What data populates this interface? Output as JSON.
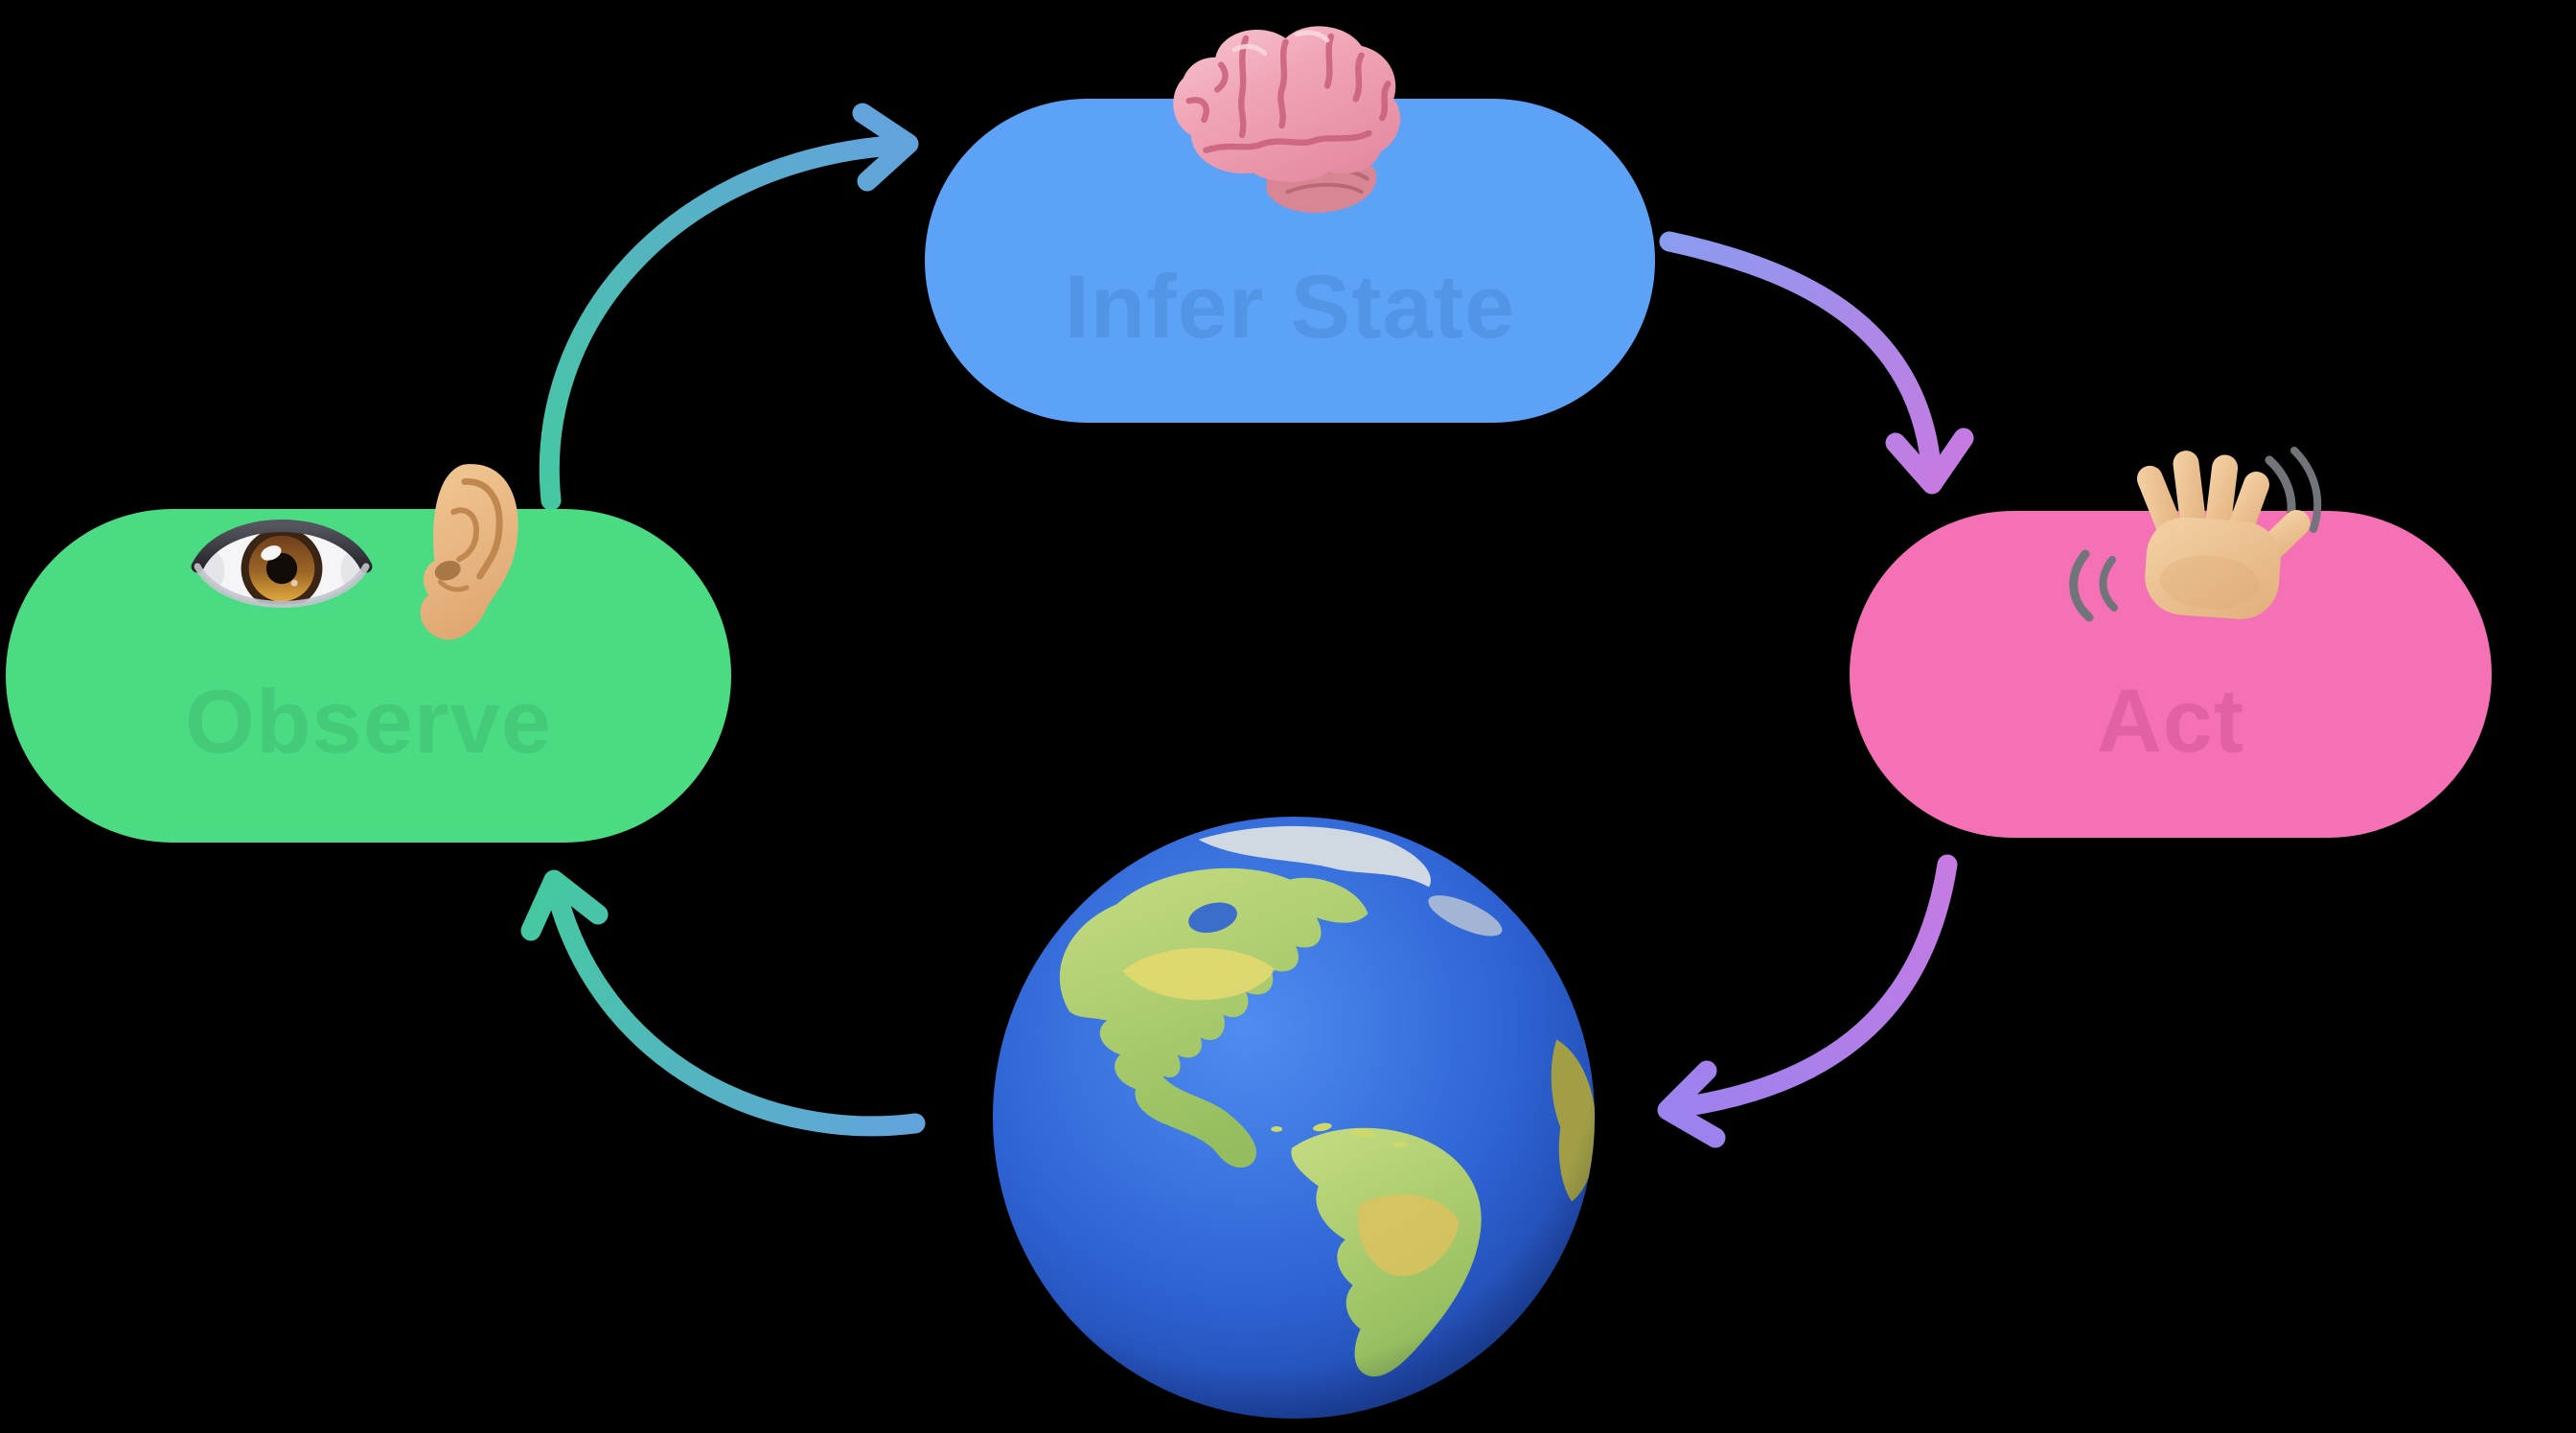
{
  "background": "#000000",
  "nodes": {
    "observe": {
      "label": "Observe",
      "color": "#4bdc83",
      "label_color": "#44cb79",
      "icons": [
        "eye-icon",
        "ear-icon"
      ]
    },
    "infer": {
      "label": "Infer State",
      "color": "#5ca2f7",
      "label_color": "#5295e6",
      "icons": [
        "brain-icon"
      ]
    },
    "act": {
      "label": "Act",
      "color": "#f471b5",
      "label_color": "#e261a6",
      "icons": [
        "waving-hand-icon"
      ]
    },
    "world": {
      "label": "",
      "icons": [
        "globe-americas-icon"
      ]
    }
  },
  "edges": [
    {
      "from": "observe",
      "to": "infer",
      "colors": [
        "#45c8a2",
        "#62a3dc"
      ]
    },
    {
      "from": "infer",
      "to": "act",
      "colors": [
        "#8b9bf0",
        "#c57be2"
      ]
    },
    {
      "from": "act",
      "to": "world",
      "colors": [
        "#c57be2",
        "#9b82ee"
      ]
    },
    {
      "from": "world",
      "to": "observe",
      "colors": [
        "#62a3dc",
        "#45c8a2"
      ]
    }
  ]
}
